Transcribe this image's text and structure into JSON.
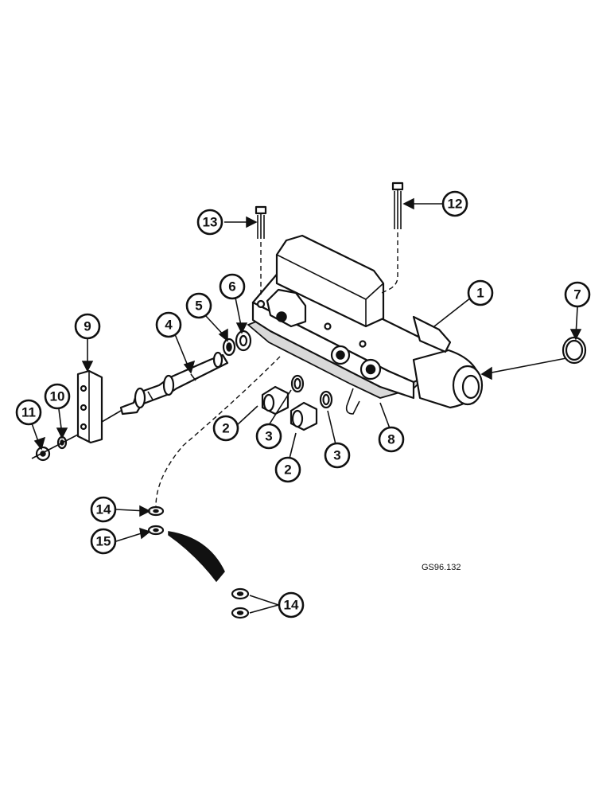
{
  "diagram": {
    "reference_code": "GS96.132",
    "callouts": [
      {
        "id": "1",
        "label": "1"
      },
      {
        "id": "2a",
        "label": "2"
      },
      {
        "id": "2b",
        "label": "2"
      },
      {
        "id": "3a",
        "label": "3"
      },
      {
        "id": "3b",
        "label": "3"
      },
      {
        "id": "4",
        "label": "4"
      },
      {
        "id": "5",
        "label": "5"
      },
      {
        "id": "6",
        "label": "6"
      },
      {
        "id": "7",
        "label": "7"
      },
      {
        "id": "8",
        "label": "8"
      },
      {
        "id": "9",
        "label": "9"
      },
      {
        "id": "10",
        "label": "10"
      },
      {
        "id": "11",
        "label": "11"
      },
      {
        "id": "12",
        "label": "12"
      },
      {
        "id": "13",
        "label": "13"
      },
      {
        "id": "14a",
        "label": "14"
      },
      {
        "id": "14b",
        "label": "14"
      },
      {
        "id": "15",
        "label": "15"
      }
    ]
  },
  "colors": {
    "ink": "#111111",
    "paper": "#ffffff",
    "gasket_fill": "#d9d9d9"
  }
}
